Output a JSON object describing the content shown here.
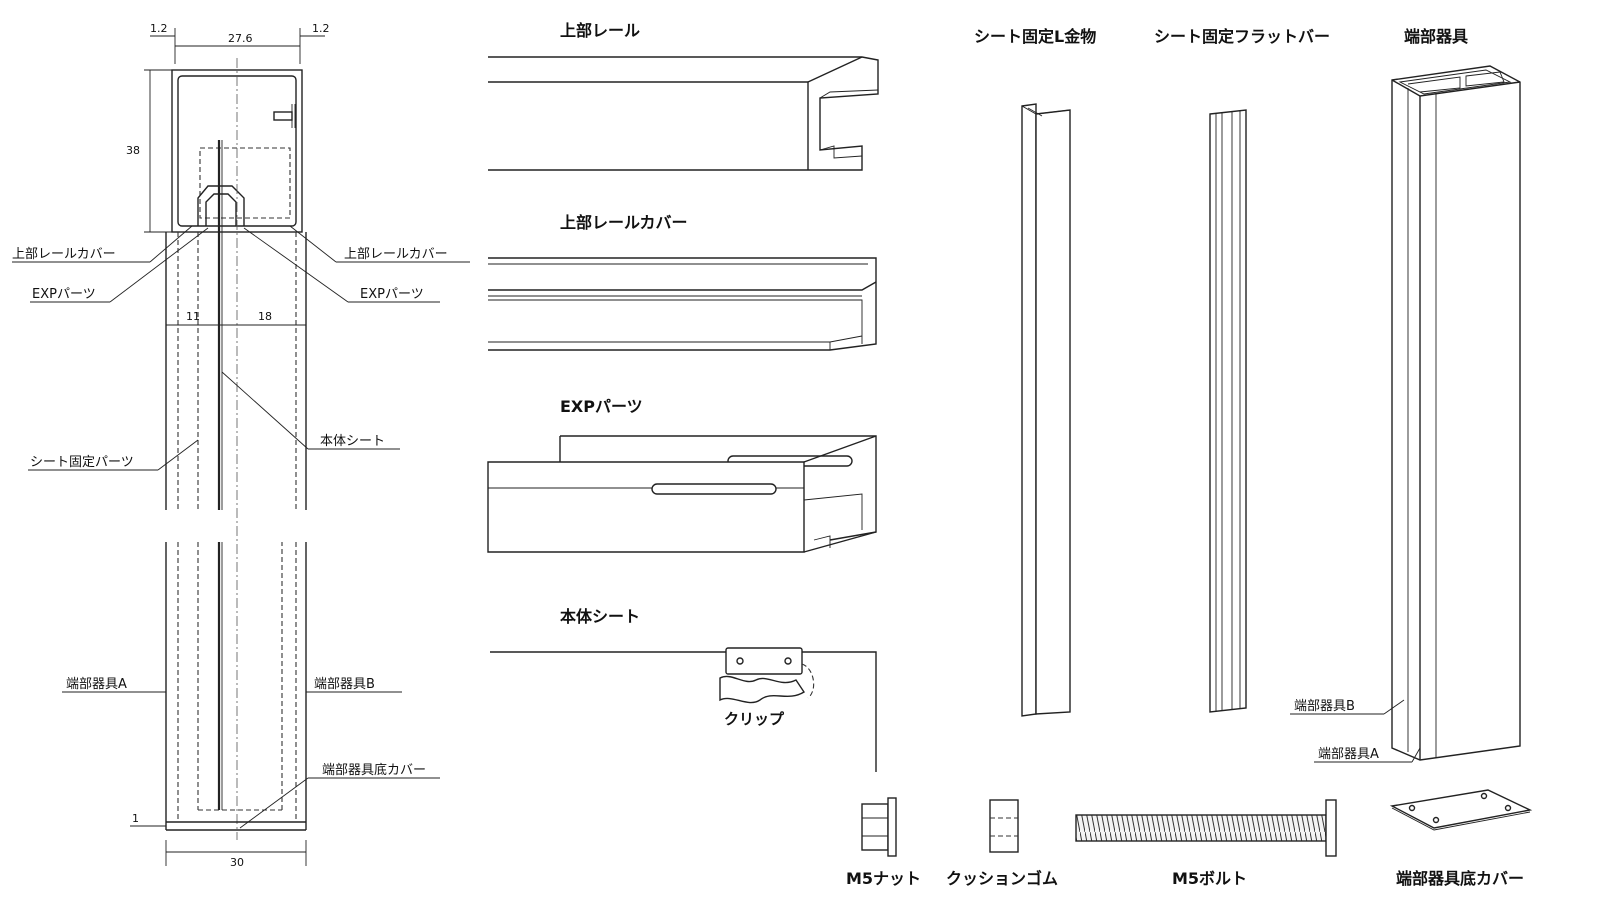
{
  "section_labels": {
    "upper_rail_cover_left": "上部レールカバー",
    "upper_rail_cover_right": "上部レールカバー",
    "exp_parts_left": "EXPパーツ",
    "exp_parts_right": "EXPパーツ",
    "sheet_fixing_parts": "シート固定パーツ",
    "body_sheet": "本体シート",
    "end_fitting_a": "端部器具A",
    "end_fitting_b": "端部器具B",
    "end_fitting_bottom_cover": "端部器具底カバー"
  },
  "dimensions": {
    "d_1_2_left": "1.2",
    "d_27_6": "27.6",
    "d_1_2_right": "1.2",
    "d_38": "38",
    "d_11": "11",
    "d_18": "18",
    "d_1": "1",
    "d_30": "30"
  },
  "part_titles": {
    "upper_rail": "上部レール",
    "upper_rail_cover": "上部レールカバー",
    "exp_parts": "EXPパーツ",
    "body_sheet": "本体シート",
    "clip": "クリップ",
    "sheet_fixing_l_bracket": "シート固定L金物",
    "sheet_fixing_flat_bar": "シート固定フラットバー",
    "end_fitting": "端部器具",
    "end_fitting_b": "端部器具B",
    "end_fitting_a": "端部器具A",
    "m5_nut": "M5ナット",
    "cushion_rubber": "クッションゴム",
    "m5_bolt": "M5ボルト",
    "end_fitting_bottom_cover": "端部器具底カバー"
  }
}
